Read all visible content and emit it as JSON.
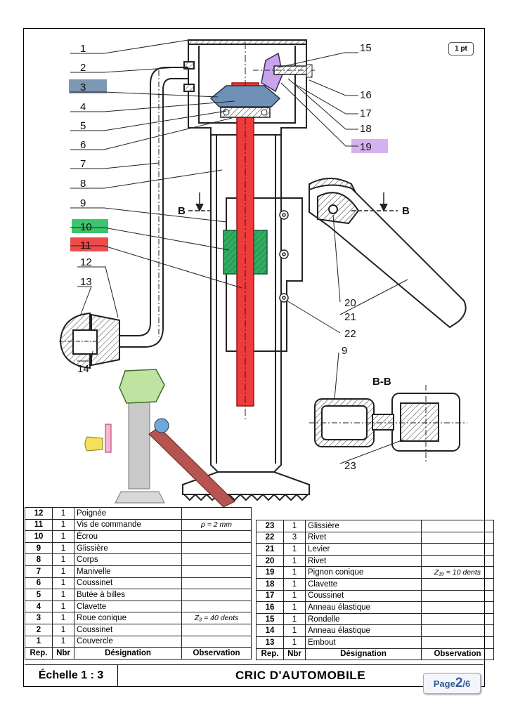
{
  "points_badge": "1 pt",
  "section_label": "B-B",
  "section_marks": [
    "B",
    "B"
  ],
  "callouts": {
    "left": [
      "1",
      "2",
      "3",
      "4",
      "5",
      "6",
      "7",
      "8",
      "9",
      "10",
      "11",
      "12",
      "13",
      "14"
    ],
    "right": [
      "15",
      "16",
      "17",
      "18",
      "19",
      "20",
      "21",
      "22",
      "9",
      "23"
    ]
  },
  "highlight_colors": {
    "3": "#7d98b3",
    "10": "#39b36a",
    "11": "#ef4747",
    "19": "#c9a3ec"
  },
  "nomenclature_left": [
    {
      "rep": "12",
      "nbr": "1",
      "designation": "Poignée",
      "observation": ""
    },
    {
      "rep": "11",
      "nbr": "1",
      "designation": "Vis de commande",
      "observation": "p = 2 mm"
    },
    {
      "rep": "10",
      "nbr": "1",
      "designation": "Écrou",
      "observation": ""
    },
    {
      "rep": "9",
      "nbr": "1",
      "designation": "Glissière",
      "observation": ""
    },
    {
      "rep": "8",
      "nbr": "1",
      "designation": "Corps",
      "observation": ""
    },
    {
      "rep": "7",
      "nbr": "1",
      "designation": "Manivelle",
      "observation": ""
    },
    {
      "rep": "6",
      "nbr": "1",
      "designation": "Coussinet",
      "observation": ""
    },
    {
      "rep": "5",
      "nbr": "1",
      "designation": "Butée à billes",
      "observation": ""
    },
    {
      "rep": "4",
      "nbr": "1",
      "designation": "Clavette",
      "observation": ""
    },
    {
      "rep": "3",
      "nbr": "1",
      "designation": "Roue conique",
      "observation": "Z₃ = 40 dents"
    },
    {
      "rep": "2",
      "nbr": "1",
      "designation": "Coussinet",
      "observation": ""
    },
    {
      "rep": "1",
      "nbr": "1",
      "designation": "Couvercle",
      "observation": ""
    }
  ],
  "nomenclature_right": [
    {
      "rep": "23",
      "nbr": "1",
      "designation": "Glissière",
      "observation": ""
    },
    {
      "rep": "22",
      "nbr": "3",
      "designation": "Rivet",
      "observation": ""
    },
    {
      "rep": "21",
      "nbr": "1",
      "designation": "Levier",
      "observation": ""
    },
    {
      "rep": "20",
      "nbr": "1",
      "designation": "Rivet",
      "observation": ""
    },
    {
      "rep": "19",
      "nbr": "1",
      "designation": "Pignon conique",
      "observation": "Z₁₉ = 10 dents"
    },
    {
      "rep": "18",
      "nbr": "1",
      "designation": "Clavette",
      "observation": ""
    },
    {
      "rep": "17",
      "nbr": "1",
      "designation": "Coussinet",
      "observation": ""
    },
    {
      "rep": "16",
      "nbr": "1",
      "designation": "Anneau élastique",
      "observation": ""
    },
    {
      "rep": "15",
      "nbr": "1",
      "designation": "Rondelle",
      "observation": ""
    },
    {
      "rep": "14",
      "nbr": "1",
      "designation": "Anneau élastique",
      "observation": ""
    },
    {
      "rep": "13",
      "nbr": "1",
      "designation": "Embout",
      "observation": ""
    }
  ],
  "table_headers": {
    "rep": "Rep.",
    "nbr": "Nbr",
    "designation": "Désignation",
    "observation": "Observation"
  },
  "scale": "Échelle 1 : 3",
  "title": "CRIC   D'AUTOMOBILE",
  "page": {
    "prefix": "Page ",
    "current": "2",
    "total": "/6"
  }
}
